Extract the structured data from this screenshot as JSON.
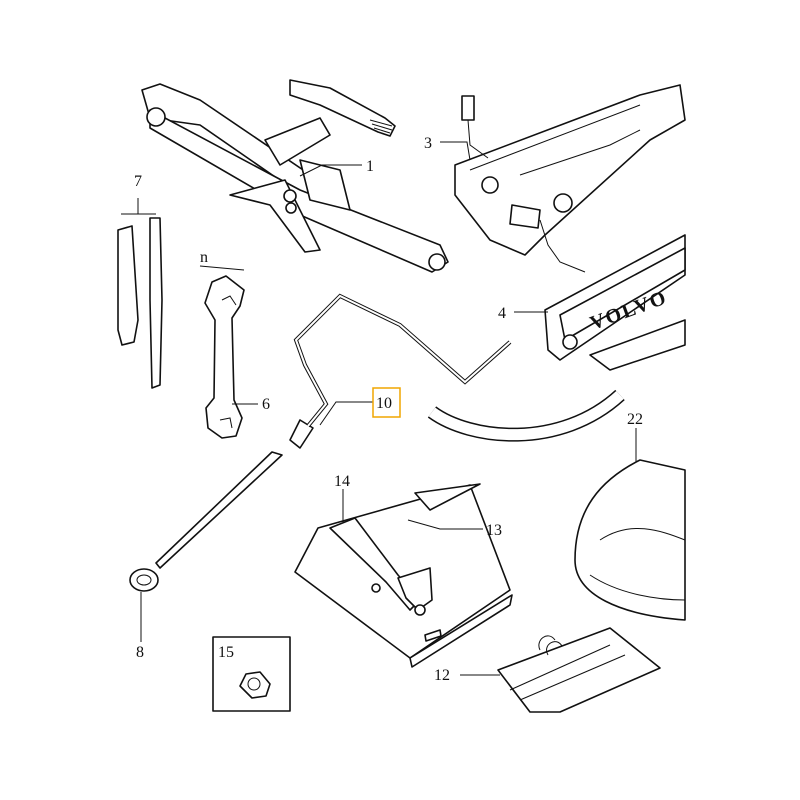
{
  "diagram": {
    "labels": {
      "jack": "1",
      "bracket": "3",
      "panel": "4",
      "wrench": "6",
      "tool_7": "7",
      "tow_eye": "8",
      "crank": "10",
      "cover_12": "12",
      "tray": "13",
      "strap": "14",
      "nut": "15",
      "bag": "22",
      "dimension": "n"
    },
    "brand_text": "VOLVO",
    "highlighted_part": "10",
    "highlight_color": "#f0a500"
  }
}
